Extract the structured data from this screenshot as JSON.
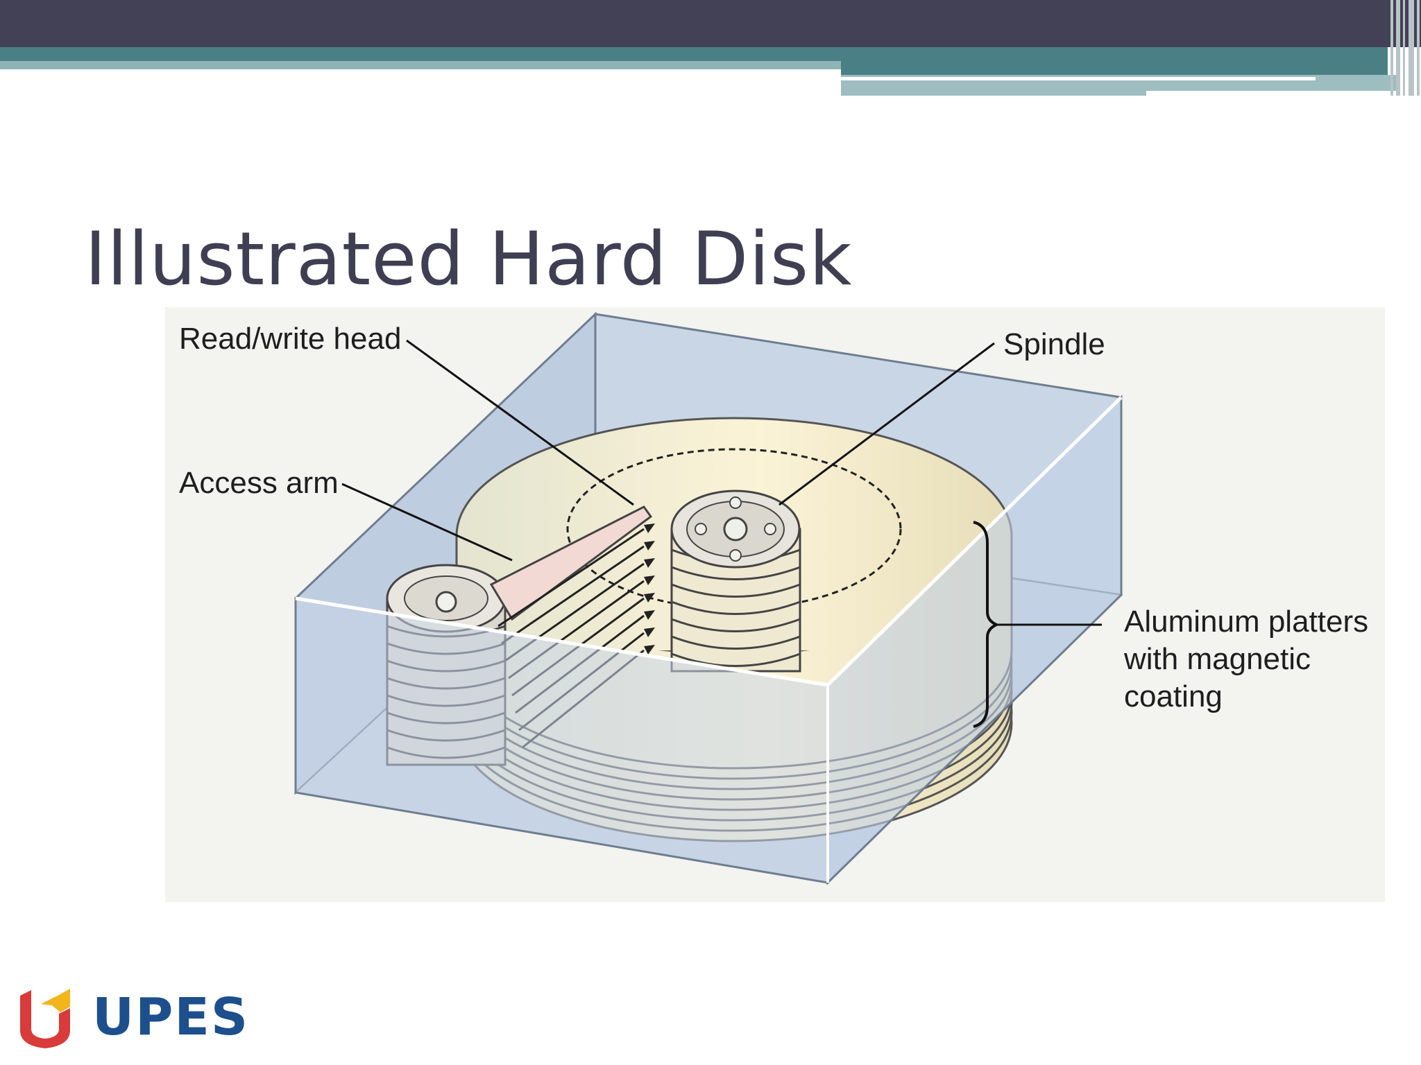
{
  "slide": {
    "title": "Illustrated Hard Disk"
  },
  "diagram": {
    "labels": {
      "read_write_head": "Read/write head",
      "access_arm": "Access arm",
      "spindle": "Spindle",
      "platters_line1": "Aluminum platters",
      "platters_line2": "with magnetic",
      "platters_line3": "coating"
    }
  },
  "logo": {
    "text": "UPES",
    "colors": {
      "text": "#1d4f8c",
      "mark_red": "#d93a3a",
      "mark_yellow": "#f2b51c"
    }
  },
  "theme": {
    "top_bar": "#434155",
    "accent_teal": "#4b7f86",
    "title_color": "#3f3e52"
  }
}
